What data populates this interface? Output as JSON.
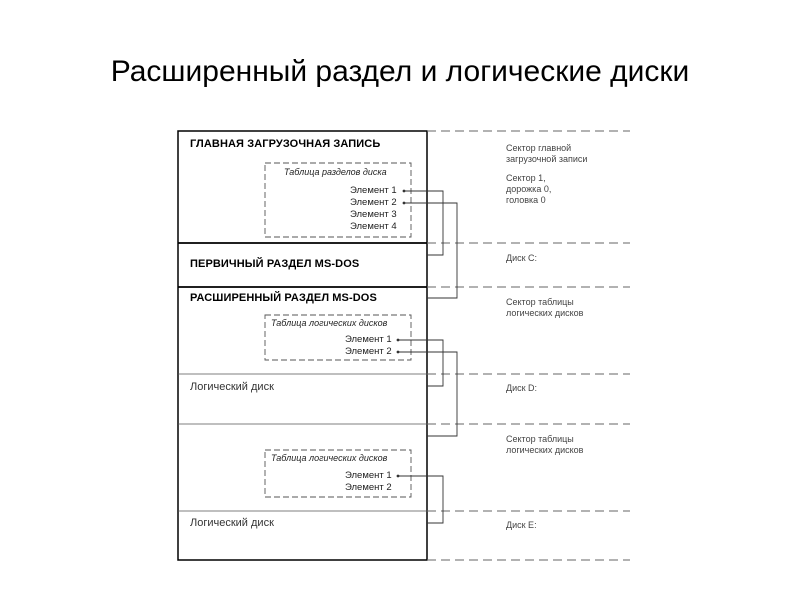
{
  "slide": {
    "title": "Расширенный раздел и логические диски"
  },
  "diagram": {
    "mbr": {
      "label": "ГЛАВНАЯ ЗАГРУЗОЧНАЯ ЗАПИСЬ",
      "table_caption": "Таблица разделов диска",
      "entries": [
        "Элемент 1",
        "Элемент 2",
        "Элемент 3",
        "Элемент 4"
      ]
    },
    "primary": {
      "label": "ПЕРВИЧНЫЙ РАЗДЕЛ MS-DOS"
    },
    "extended": {
      "label": "РАСШИРЕННЫЙ РАЗДЕЛ MS-DOS",
      "table_caption": "Таблица логических дисков",
      "entries": [
        "Элемент 1",
        "Элемент 2"
      ]
    },
    "logical_1": {
      "label": "Логический диск"
    },
    "ebr_2": {
      "table_caption": "Таблица логических дисков",
      "entries": [
        "Элемент 1",
        "Элемент 2"
      ]
    },
    "logical_2": {
      "label": "Логический диск"
    },
    "notes": {
      "mbr_sector": "Сектор главной\nзагрузочной записи",
      "mbr_location": "Сектор 1,\nдорожка 0,\nголовка 0",
      "disk_c": "Диск C:",
      "ebr_sector_1": "Сектор таблицы\nлогических дисков",
      "disk_d": "Диск D:",
      "ebr_sector_2": "Сектор таблицы\nлогических дисков",
      "disk_e": "Диск E:"
    }
  }
}
